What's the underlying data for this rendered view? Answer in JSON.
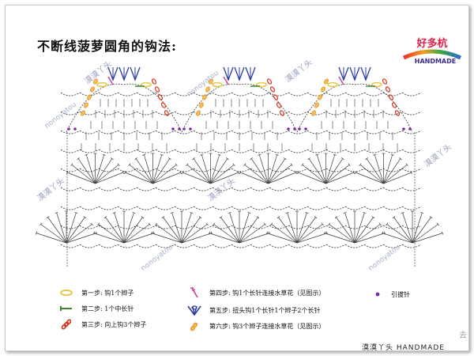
{
  "title": "不断线菠萝圆角的钩法:",
  "logo": {
    "top_text": "好多杭",
    "bottom_text": "HANDMADE"
  },
  "watermarks": {
    "latin": "nonoyatou",
    "chinese": "漠漠丫头"
  },
  "legend": [
    {
      "id": "step1",
      "icon": "chain-stitch-icon",
      "color": "#e8c84a",
      "text": "第一步: 钩1个辫子"
    },
    {
      "id": "step2",
      "icon": "half-double-crochet-icon",
      "color": "#3a8a2a",
      "text": "第二步: 1个中长针"
    },
    {
      "id": "step3",
      "icon": "three-chain-icon",
      "color": "#d8321e",
      "text": "第三步: 向上钩3个辫子"
    },
    {
      "id": "step4",
      "icon": "double-crochet-icon",
      "color": "#c83c9c",
      "text": "第四步: 钩1个长针连接水草花（见图示）"
    },
    {
      "id": "step5",
      "icon": "fan-icon",
      "color": "#2a3ea0",
      "text": "第五步: 扭头钩1个长针1个辫子2个长针"
    },
    {
      "id": "step6",
      "icon": "three-chain-icon",
      "color": "#e89a2a",
      "text": "第六步: 钩3个辫子连接水草花（见图示）"
    },
    {
      "id": "slip",
      "icon": "slip-stitch-icon",
      "color": "#7a2a9c",
      "text": "引拔针"
    }
  ],
  "footer": {
    "brand": "漠漠丫头 HANDMADE"
  },
  "corner_tag": "去",
  "colors": {
    "diagram_stroke": "#3a3a3a",
    "yellow": "#e8c84a",
    "green": "#3a8a2a",
    "red": "#d8321e",
    "magenta": "#c83c9c",
    "blue": "#2a3ea0",
    "orange": "#e89a2a",
    "purple": "#7a2a9c"
  }
}
